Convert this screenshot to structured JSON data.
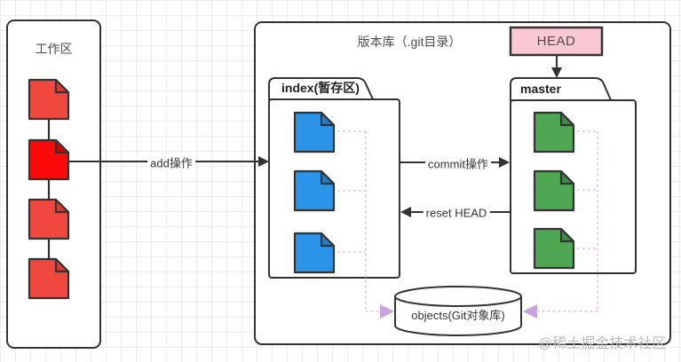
{
  "colors": {
    "stroke": "#333333",
    "grid": "#ececec",
    "red": "#f0483e",
    "red_fold": "#d93a31",
    "red_bright": "#fb0808",
    "red_bright_fold": "#d50000",
    "blue": "#2b94e8",
    "blue_fold": "#1f7fd1",
    "green": "#4fa653",
    "green_fold": "#3f8a44",
    "head_fill": "#f9c8d3",
    "dotted_line": "#e3cdee",
    "dotted_arrow": "#c9a3e0",
    "watermark": "#bcbcbc"
  },
  "working_area": {
    "title": "工作区",
    "file_icons": [
      "red-file-1",
      "red-file-2-modified",
      "red-file-3",
      "red-file-4"
    ]
  },
  "repository": {
    "title": "版本库（.git目录）"
  },
  "index_area": {
    "label": "index(暂存区)",
    "file_icons": [
      "blue-file-1",
      "blue-file-2",
      "blue-file-3"
    ]
  },
  "master_area": {
    "label": "master",
    "file_icons": [
      "green-file-1",
      "green-file-2",
      "green-file-3"
    ]
  },
  "head": {
    "label": "HEAD"
  },
  "objects_store": {
    "label": "objects(Git对象库)"
  },
  "arrows": {
    "add": "add操作",
    "commit": "commit操作",
    "reset": "reset HEAD"
  },
  "watermark": "@稀土掘金技术社区"
}
